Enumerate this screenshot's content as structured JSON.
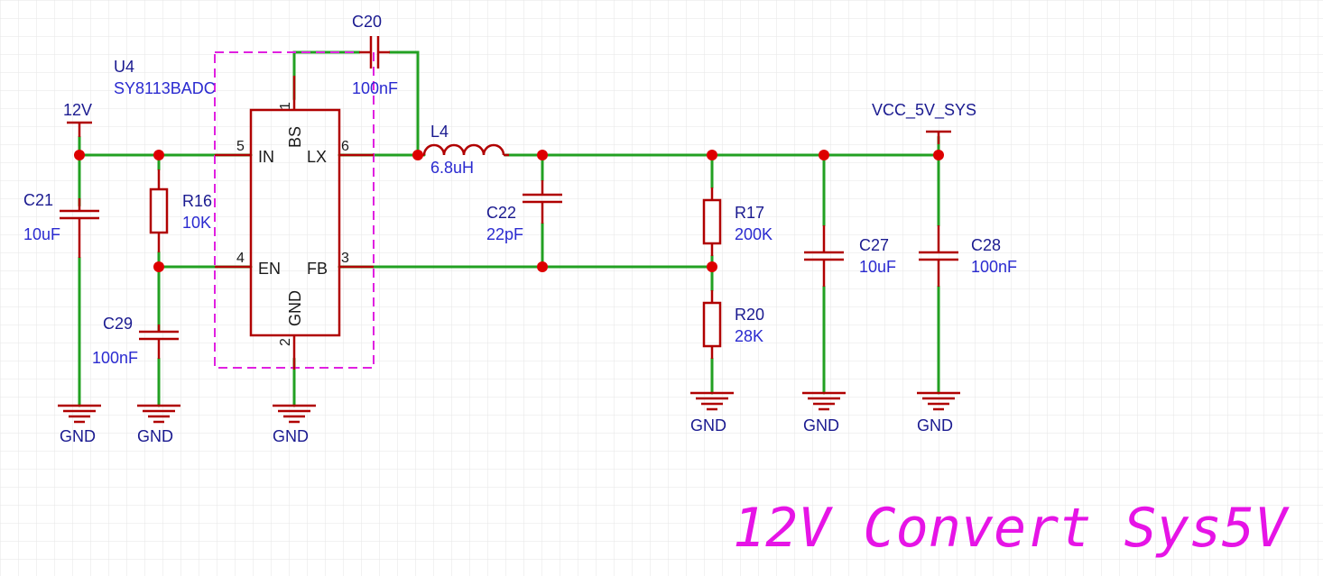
{
  "diagram_title": "12V Convert Sys5V",
  "colors": {
    "wire": "#22a022",
    "symbol": "#b00000",
    "junction": "#dd0000",
    "designator": "#1a1a90",
    "value": "#2a2ad0",
    "outline": "#e020e0",
    "title": "#e614e6"
  },
  "nets": {
    "input": "12V",
    "output": "VCC_5V_SYS",
    "ground": "GND"
  },
  "ic": {
    "designator": "U4",
    "part": "SY8113BADC",
    "pins": {
      "in": "IN",
      "in_num": "5",
      "lx": "LX",
      "lx_num": "6",
      "en": "EN",
      "en_num": "4",
      "fb": "FB",
      "fb_num": "3",
      "bs": "BS",
      "bs_num": "1",
      "gnd": "GND",
      "gnd_num": "2"
    }
  },
  "components": {
    "c20": {
      "designator": "C20",
      "value": "100nF"
    },
    "l4": {
      "designator": "L4",
      "value": "6.8uH"
    },
    "c21": {
      "designator": "C21",
      "value": "10uF"
    },
    "r16": {
      "designator": "R16",
      "value": "10K"
    },
    "c29": {
      "designator": "C29",
      "value": "100nF"
    },
    "c22": {
      "designator": "C22",
      "value": "22pF"
    },
    "r17": {
      "designator": "R17",
      "value": "200K"
    },
    "r20": {
      "designator": "R20",
      "value": "28K"
    },
    "c27": {
      "designator": "C27",
      "value": "10uF"
    },
    "c28": {
      "designator": "C28",
      "value": "100nF"
    }
  }
}
